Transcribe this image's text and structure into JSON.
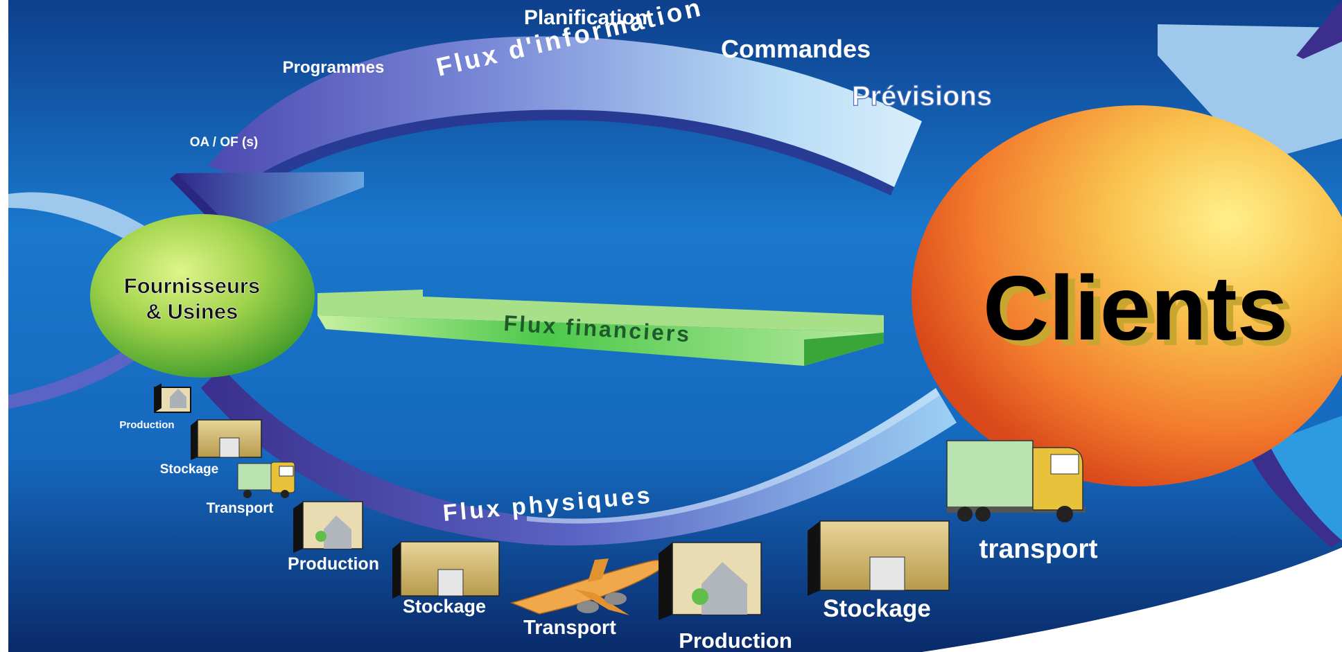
{
  "nodes": {
    "suppliers": {
      "line1": "Fournisseurs",
      "line2": "& Usines"
    },
    "clients": {
      "label": "Clients"
    }
  },
  "flows": {
    "information": {
      "label": "Flux d'information",
      "items": [
        "Planification",
        "Commandes",
        "Prévisions",
        "Programmes",
        "OA / OF (s)"
      ]
    },
    "financial": {
      "label": "Flux financiers"
    },
    "physical": {
      "label": "Flux physiques",
      "steps": [
        {
          "label": "Production",
          "icon": "factory-icon"
        },
        {
          "label": "Stockage",
          "icon": "warehouse-icon"
        },
        {
          "label": "Transport",
          "icon": "truck-icon"
        },
        {
          "label": "Production",
          "icon": "factory-icon"
        },
        {
          "label": "Stockage",
          "icon": "warehouse-icon"
        },
        {
          "label": "Transport",
          "icon": "airplane-icon"
        },
        {
          "label": "Production",
          "icon": "factory-icon"
        },
        {
          "label": "Stockage",
          "icon": "warehouse-icon"
        },
        {
          "label": "transport",
          "icon": "truck-icon"
        }
      ]
    }
  },
  "colors": {
    "background": "#1565b8",
    "supplier_node": "#8cc63f",
    "client_node": "#f07a2a",
    "info_arrow": "#9ec8ec",
    "finance_arrow": "#5fc95a",
    "physical_arrow": "#4a4aa8"
  }
}
